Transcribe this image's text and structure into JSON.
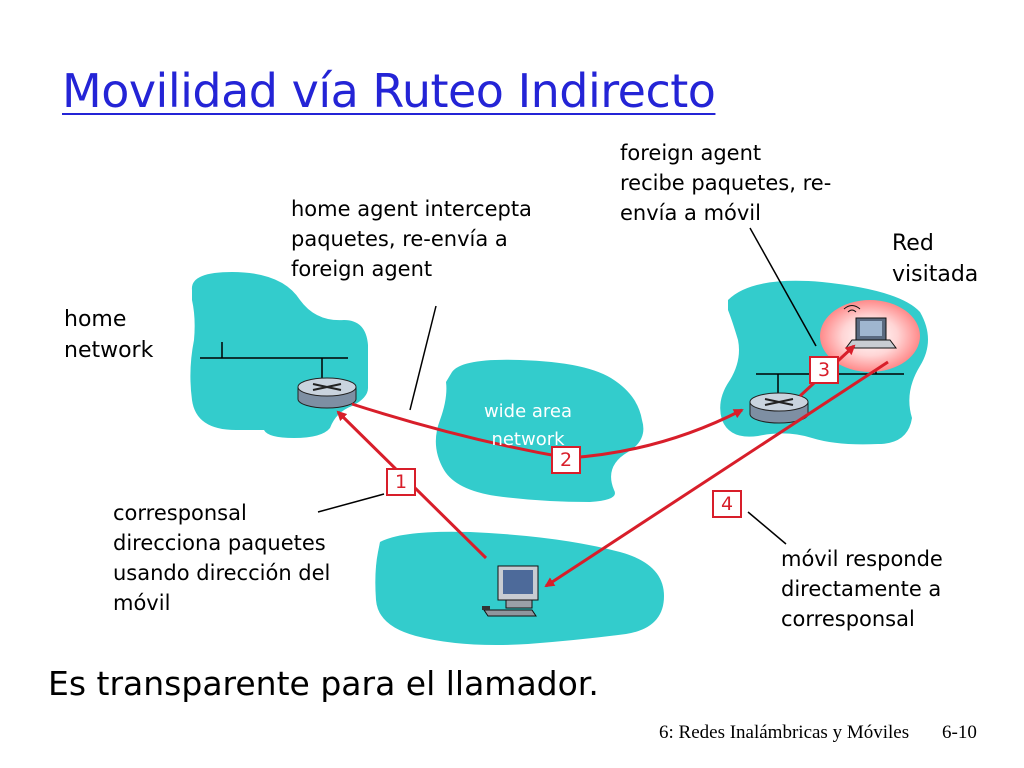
{
  "title": "Movilidad vía Ruteo Indirecto",
  "labels": {
    "home_network": "home\nnetwork",
    "visited_network": "Red\nvisitada",
    "wide_area_network": "wide area\nnetwork"
  },
  "annotations": {
    "home_agent": "home agent intercepta\npaquetes, re-envía a\nforeign agent",
    "foreign_agent": "foreign agent\nrecibe paquetes, re-\nenvía a móvil",
    "correspondent": "corresponsal\ndirecciona paquetes\nusando dirección del\nmóvil",
    "mobile_reply": "móvil responde\ndirectamente a\ncorresponsal"
  },
  "steps": [
    "1",
    "2",
    "3",
    "4"
  ],
  "subtitle": "Es transparente para el llamador.",
  "footer": {
    "chapter": "6: Redes Inalámbricas y Móviles",
    "page": "6-10"
  },
  "colors": {
    "title": "#2424d6",
    "cloud": "#33cccc",
    "arrow": "#d81e2a"
  }
}
